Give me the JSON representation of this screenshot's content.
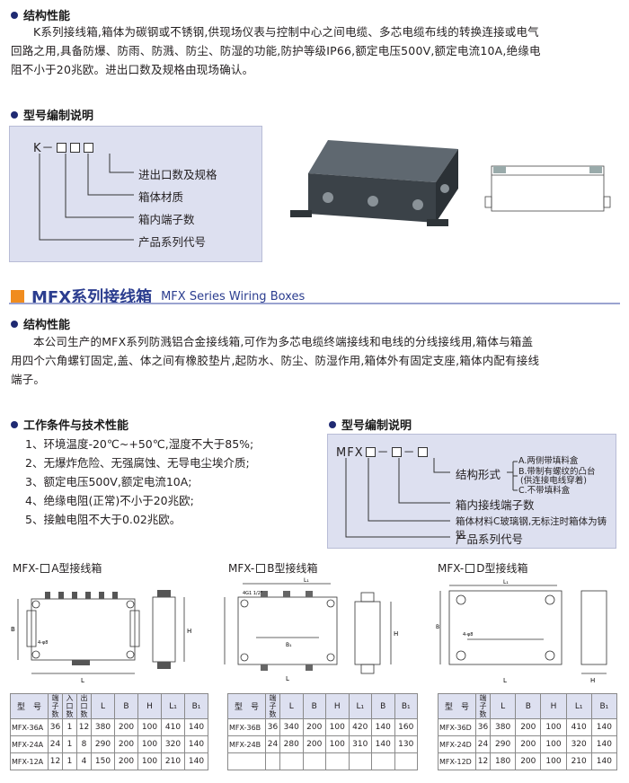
{
  "section1": {
    "heading": "结构性能",
    "text_lines": [
      "K系列接线箱,箱体为碳钢或不锈钢,供现场仪表与控制中心之间电缆、多芯电缆布线的转换连接或电气",
      "回路之用,具备防爆、防雨、防溅、防尘、防湿的功能,防护等级IP66,额定电压500V,额定电流10A,绝缘电",
      "阻不小于20兆欧。进出口数及规格由现场确认。"
    ]
  },
  "model1": {
    "heading": "型号编制说明",
    "prefix": "K－",
    "labels": [
      "进出口数及规格",
      "箱体材质",
      "箱内端子数",
      "产品系列代号"
    ]
  },
  "mfx": {
    "title_cn": "MFX系列接线箱",
    "title_en": "MFX Series Wiring Boxes",
    "struct_heading": "结构性能",
    "struct_lines": [
      "本公司生产的MFX系列防溅铝合金接线箱,可作为多芯电缆终端接线和电线的分线接线用,箱体与箱盖",
      "用四个六角螺钉固定,盖、体之间有橡胶垫片,起防水、防尘、防湿作用,箱体外有固定支座,箱体内配有接线",
      "端子。"
    ],
    "work_heading": "工作条件与技术性能",
    "work_items": [
      "1、环境温度-20℃~+50℃,湿度不大于85%;",
      "2、无爆炸危险、无强腐蚀、无导电尘埃介质;",
      "3、额定电压500V,额定电流10A;",
      "4、绝缘电阻(正常)不小于20兆欧;",
      "5、接触电阻不大于0.02兆欧。"
    ],
    "model_heading": "型号编制说明",
    "model_prefix": "MFX",
    "model_labels": {
      "form": "结构形式",
      "form_a": "A.两侧带填料盒",
      "form_b1": "B.带制有螺纹的凸台",
      "form_b2": "(供连接电线穿着)",
      "form_c": "C.不带填料盒",
      "terminals": "箱内接线端子数",
      "material": "箱体材料C玻璃钢,无标注时箱体为铸铝",
      "series": "产品系列代号"
    }
  },
  "diagrams": {
    "a_title_pre": "MFX-",
    "a_title_post": "A型接线箱",
    "b_title_pre": "MFX-",
    "b_title_post": "B型接线箱",
    "d_title_pre": "MFX-",
    "d_title_post": "D型接线箱",
    "dim_L": "L",
    "dim_B": "B",
    "dim_H": "H",
    "dim_L1": "L₁",
    "dim_B1": "B₁",
    "dim_hole": "4-φ8",
    "dim_b_top": "4G1 1/2\""
  },
  "tables": {
    "a": {
      "headers": [
        "型　号",
        "端子数",
        "入口数",
        "出口数",
        "L",
        "B",
        "H",
        "L₁",
        "B₁"
      ],
      "rows": [
        [
          "MFX-36A",
          "36",
          "1",
          "12",
          "380",
          "200",
          "100",
          "410",
          "140"
        ],
        [
          "MFX-24A",
          "24",
          "1",
          "8",
          "290",
          "200",
          "100",
          "320",
          "140"
        ],
        [
          "MFX-12A",
          "12",
          "1",
          "4",
          "150",
          "200",
          "100",
          "210",
          "140"
        ]
      ]
    },
    "b": {
      "headers": [
        "型　号",
        "端子数",
        "L",
        "B",
        "H",
        "L₁",
        "B",
        "B₁"
      ],
      "rows": [
        [
          "MFX-36B",
          "36",
          "340",
          "200",
          "100",
          "420",
          "140",
          "160"
        ],
        [
          "MFX-24B",
          "24",
          "280",
          "200",
          "100",
          "310",
          "140",
          "130"
        ],
        [
          "",
          "",
          "",
          "",
          "",
          "",
          "",
          ""
        ]
      ]
    },
    "d": {
      "headers": [
        "型　号",
        "端子数",
        "L",
        "B",
        "H",
        "L₁",
        "B₁"
      ],
      "rows": [
        [
          "MFX-36D",
          "36",
          "380",
          "200",
          "100",
          "410",
          "140"
        ],
        [
          "MFX-24D",
          "24",
          "290",
          "200",
          "100",
          "320",
          "140"
        ],
        [
          "MFX-12D",
          "12",
          "180",
          "200",
          "100",
          "210",
          "140"
        ]
      ]
    }
  },
  "colors": {
    "accent": "#f08c1e",
    "title_blue": "#2b3d8f",
    "dot": "#1f2a72",
    "box_bg": "#dde0f0"
  }
}
